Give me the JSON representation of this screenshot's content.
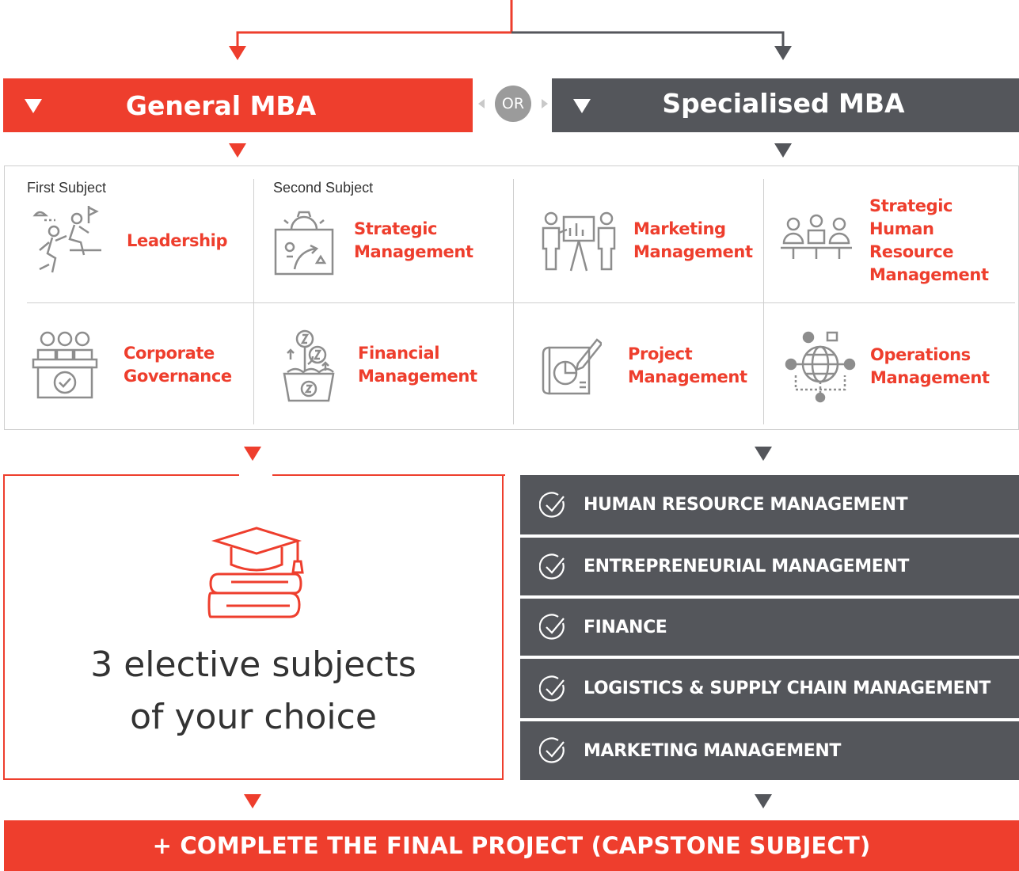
{
  "paths": {
    "general": {
      "label": "General MBA",
      "color": "#ee3e2d"
    },
    "or_label": "OR",
    "specialised": {
      "label": "Specialised MBA",
      "color": "#54565b"
    }
  },
  "subject_columns": {
    "first": "First Subject",
    "second": "Second Subject"
  },
  "general_subjects": [
    {
      "label": "Leadership",
      "icon": "climbing-team-icon"
    },
    {
      "label": "Strategic Management",
      "icon": "strategy-board-icon"
    },
    {
      "label": "Corporate Governance",
      "icon": "board-approval-icon"
    },
    {
      "label": "Financial Management",
      "icon": "money-plant-icon"
    }
  ],
  "specialised_subjects": [
    {
      "label": "Marketing Management",
      "icon": "presentation-icon"
    },
    {
      "label": "Strategic Human Resource Management",
      "icon": "team-meeting-icon"
    },
    {
      "label": "Project Management",
      "icon": "blueprint-pen-icon"
    },
    {
      "label": "Operations Management",
      "icon": "global-network-icon"
    }
  ],
  "electives": {
    "line1": "3 elective subjects",
    "line2": "of your choice",
    "icon": "graduation-books-icon"
  },
  "specialisations": [
    "HUMAN RESOURCE MANAGEMENT",
    "ENTREPRENEURIAL MANAGEMENT",
    "FINANCE",
    "LOGISTICS & SUPPLY CHAIN MANAGEMENT",
    "MARKETING MANAGEMENT"
  ],
  "capstone": "+ COMPLETE THE FINAL PROJECT (CAPSTONE SUBJECT)"
}
